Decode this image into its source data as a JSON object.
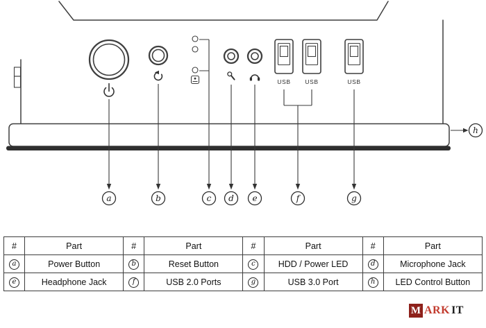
{
  "diagram": {
    "callouts": [
      "a",
      "b",
      "c",
      "d",
      "e",
      "f",
      "g",
      "h"
    ],
    "usb_labels": [
      "USB",
      "USB",
      "USB"
    ]
  },
  "table": {
    "headers": [
      "#",
      "Part",
      "#",
      "Part",
      "#",
      "Part",
      "#",
      "Part"
    ],
    "rows": [
      [
        "a",
        "Power Button",
        "b",
        "Reset Button",
        "c",
        "HDD / Power LED",
        "d",
        "Microphone Jack"
      ],
      [
        "e",
        "Headphone Jack",
        "f",
        "USB 2.0 Ports",
        "g",
        "USB 3.0 Port",
        "h",
        "LED Control Button"
      ]
    ]
  },
  "logo": {
    "m": "M",
    "mark": "ARK",
    "it": "IT"
  },
  "colors": {
    "logo_box": "#8e211b",
    "logo_red": "#c23b2e",
    "line": "#3f3f3f"
  }
}
